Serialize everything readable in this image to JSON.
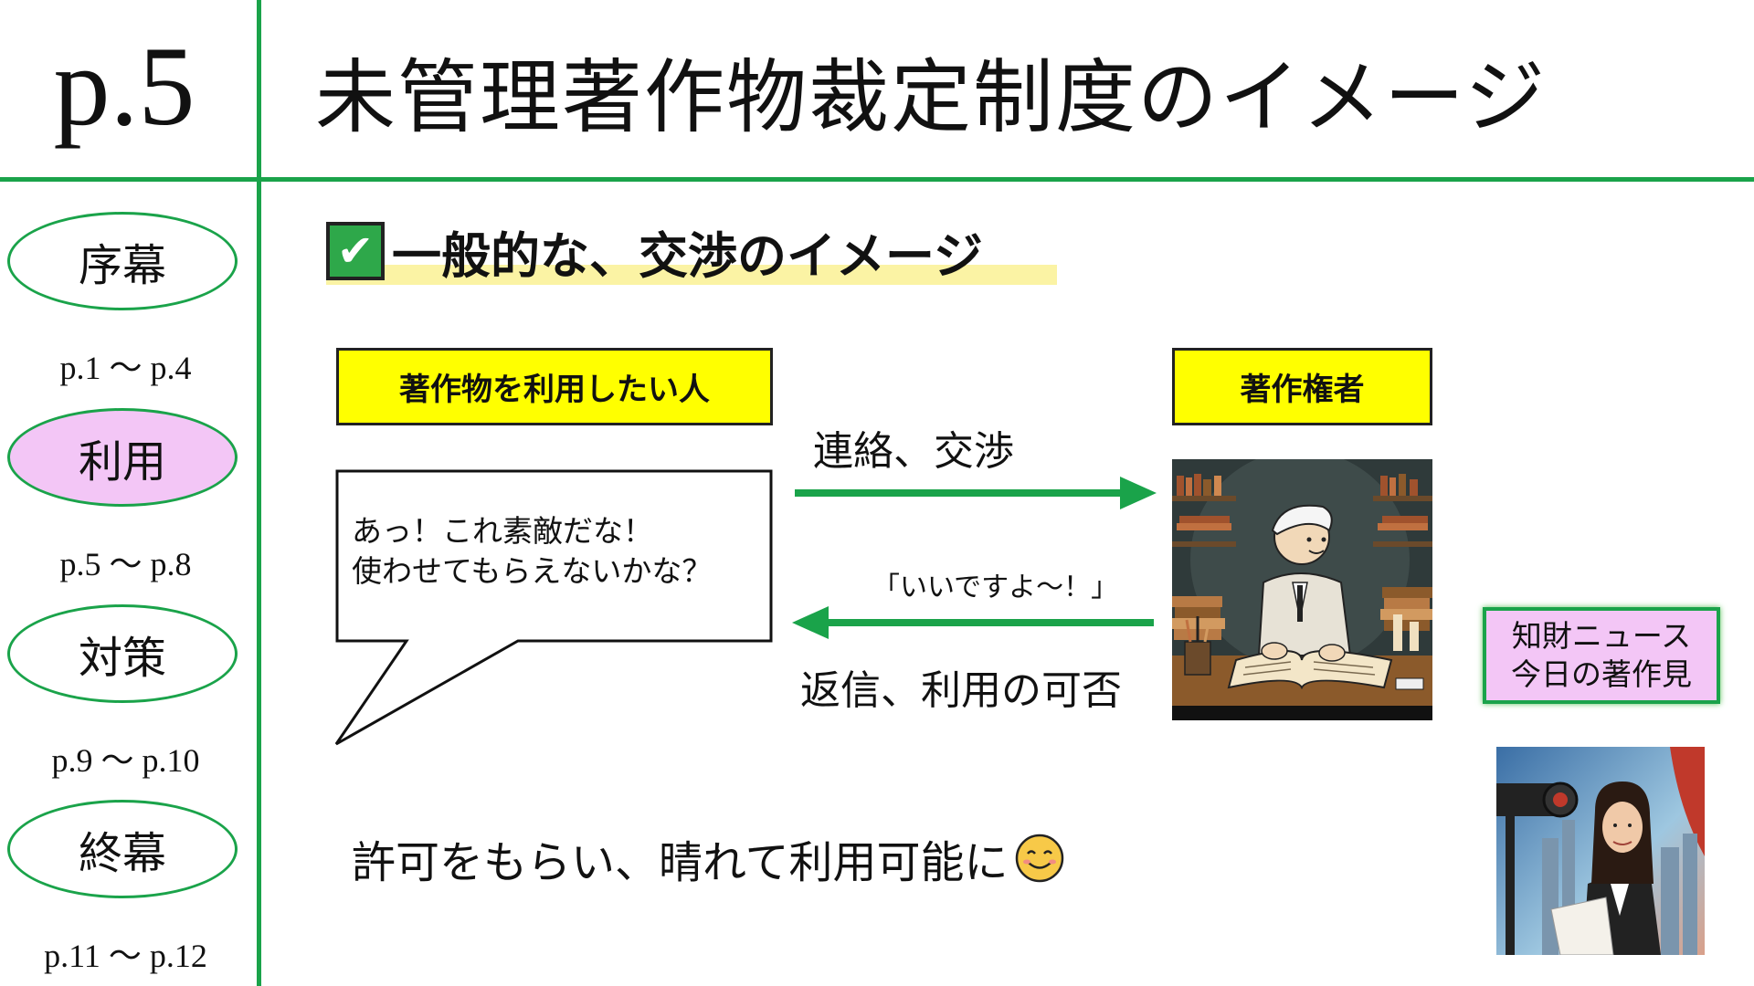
{
  "header": {
    "page_number": "p.5",
    "title": "未管理著作物裁定制度のイメージ"
  },
  "nav": [
    {
      "label": "序幕",
      "range": "p.1 〜 p.4",
      "active": false
    },
    {
      "label": "利用",
      "range": "p.5 〜 p.8",
      "active": true
    },
    {
      "label": "対策",
      "range": "p.9 〜 p.10",
      "active": false
    },
    {
      "label": "終幕",
      "range": "p.11 〜 p.12",
      "active": false
    }
  ],
  "section": {
    "title": "一般的な、交渉のイメージ",
    "check_icon": "check-mark-icon"
  },
  "diagram": {
    "user_label": "著作物を利用したい人",
    "owner_label": "著作権者",
    "speech_line1": "あっ！これ素敵だな！",
    "speech_line2": "使わせてもらえないかな？",
    "contact_label": "連絡、交渉",
    "reply_quote": "「いいですよ〜！」",
    "reply_label": "返信、利用の可否",
    "arrow_color": "#1aa34a"
  },
  "news": {
    "line1": "知財ニュース",
    "line2": "今日の著作見"
  },
  "result": {
    "text": "許可をもらい、晴れて利用可能に"
  },
  "colors": {
    "accent_green": "#1aa34a",
    "label_yellow": "#ffff00",
    "active_pink": "#f3c6f6",
    "highlight_yellow": "#fbf3a4"
  }
}
